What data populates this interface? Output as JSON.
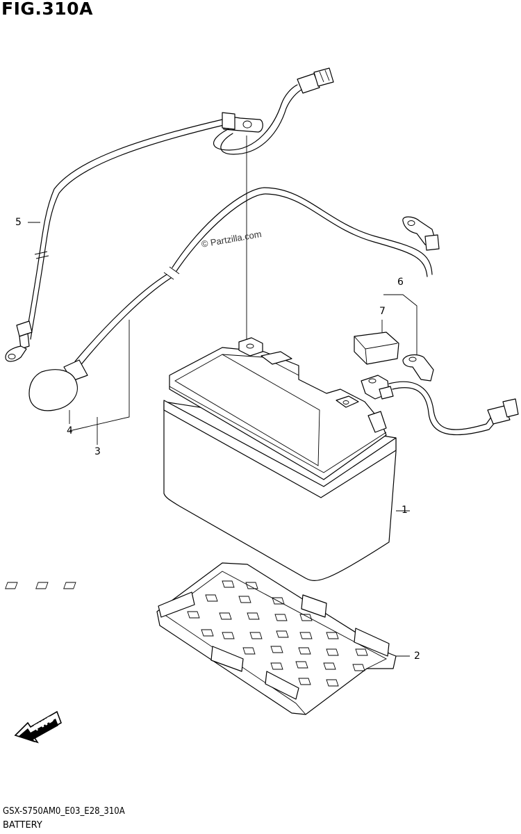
{
  "figure": {
    "title": "FIG.310A",
    "code": "GSX-S750AM0_E03_E28_310A",
    "name": "BATTERY"
  },
  "watermark": "© Partzilla.com",
  "fwd_label": "FWD",
  "callouts": [
    {
      "id": "1",
      "label": "1"
    },
    {
      "id": "2",
      "label": "2"
    },
    {
      "id": "3",
      "label": "3"
    },
    {
      "id": "4",
      "label": "4"
    },
    {
      "id": "5",
      "label": "5"
    },
    {
      "id": "6",
      "label": "6"
    },
    {
      "id": "7",
      "label": "7"
    }
  ]
}
